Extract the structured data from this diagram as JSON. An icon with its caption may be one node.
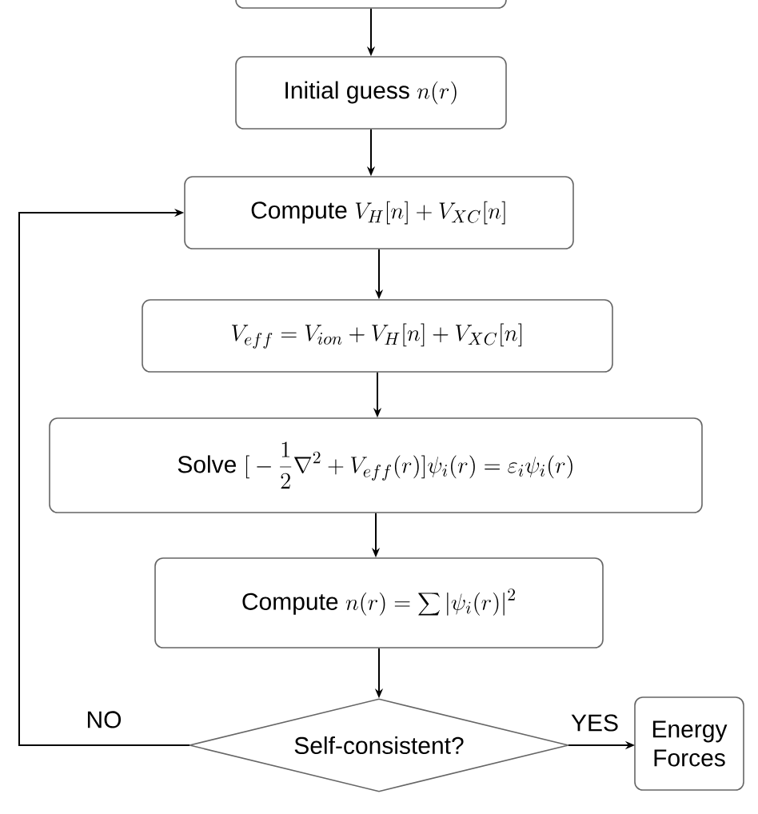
{
  "diagram": {
    "nodes": [
      {
        "text": [],
        "shape": "box"
      },
      {
        "text": [
          "Initial guess",
          "n(r)"
        ]
      },
      {
        "text": [
          "Compute",
          "V_H[n]+V_{XC}[n]"
        ]
      },
      {
        "text": [
          "V_{eff}=V_{ion}+V_H[n]+V_{XC}[n]"
        ]
      },
      {
        "text": [
          "Solve",
          "\\Big[-\\frac{1}{2}\\nabla^2+V_{eff}(r)\\Big]\\psi_i(r)=\\varepsilon_i\\psi_i(r)"
        ]
      },
      {
        "text": [
          "Compute",
          "n(r)=\\sum|\\psi_i(r)|^2"
        ]
      },
      {
        "text": [
          "Self-consistent?"
        ]
      },
      {
        "text": [
          "Energy Forces"
        ]
      }
    ],
    "edges": [
      {
        "from": 0,
        "to": 1,
        "arrow": "to"
      },
      {
        "from": 1,
        "to": 2,
        "arrow": "to"
      },
      {
        "from": 2,
        "to": 3,
        "arrow": "to"
      },
      {
        "from": 3,
        "to": 4,
        "arrow": "to"
      },
      {
        "from": 4,
        "to": 5,
        "arrow": "to"
      },
      {
        "from": 5,
        "to": 6,
        "arrow": "to"
      },
      {
        "from": 6,
        "to": 7,
        "label": "YES",
        "arrow": "to"
      },
      {
        "from": 6,
        "to": 2,
        "label": "NO",
        "arrow": "to"
      }
    ]
  }
}
